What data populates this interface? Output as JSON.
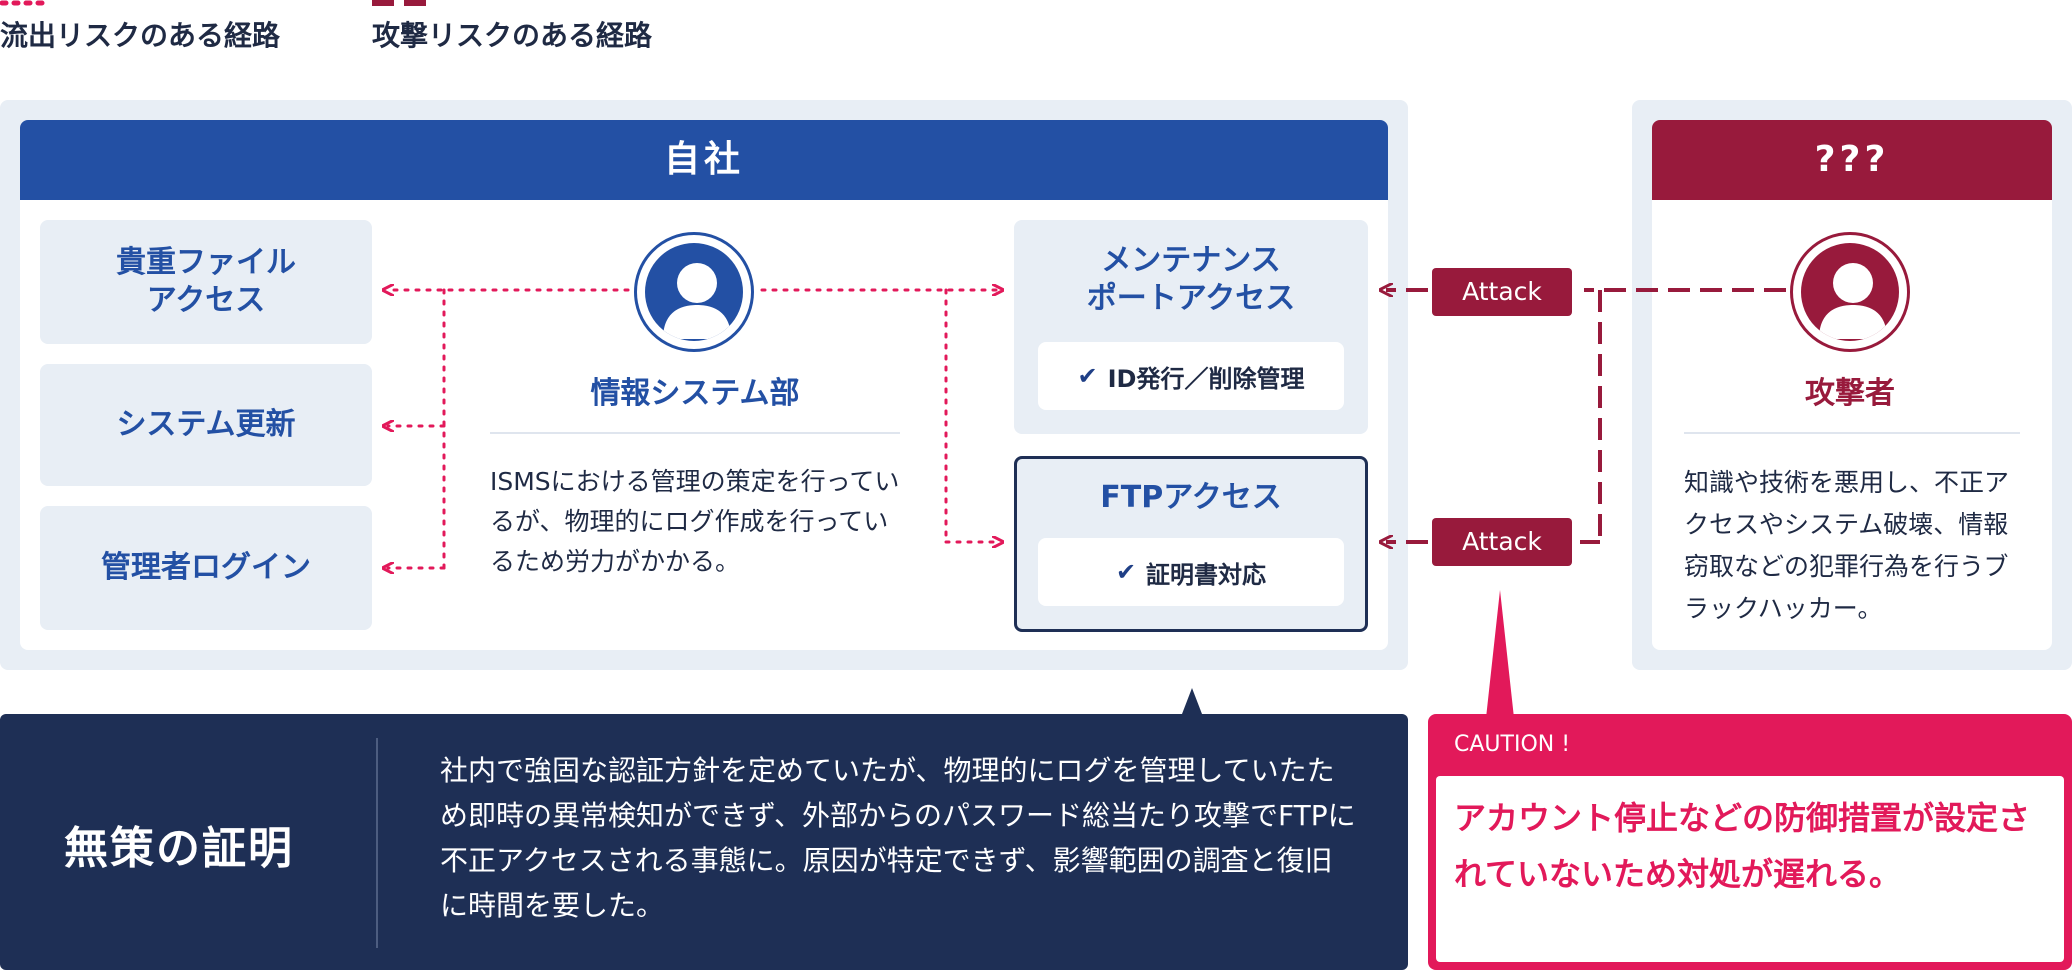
{
  "legend": {
    "leak_label": "流出リスクのある経路",
    "attack_label": "攻撃リスクのある経路"
  },
  "company": {
    "header": "自社",
    "left_boxes": [
      {
        "label": "貴重ファイル\nアクセス"
      },
      {
        "label": "システム更新"
      },
      {
        "label": "管理者ログイン"
      }
    ],
    "department": {
      "name": "情報システム部",
      "description": "ISMSにおける管理の策定を行っているが、物理的にログ作成を行っているため労力がかかる。"
    },
    "maintenance": {
      "title": "メンテナンス\nポートアクセス",
      "check_label": "ID発行／削除管理"
    },
    "ftp": {
      "title": "FTPアクセス",
      "check_label": "証明書対応"
    }
  },
  "attack_tags": [
    "Attack",
    "Attack"
  ],
  "attacker": {
    "header": "???",
    "name": "攻撃者",
    "description": "知識や技術を悪用し、不正アクセスやシステム破壊、情報窃取などの犯罪行為を行うブラックハッカー。"
  },
  "bottom": {
    "title": "無策の証明",
    "text": "社内で強固な認証方針を定めていたが、物理的にログを管理していたため即時の異常検知ができず、外部からのパスワード総当たり攻撃でFTPに不正アクセスされる事態に。原因が特定できず、影響範囲の調査と復旧に時間を要した。"
  },
  "caution": {
    "label": "CAUTION !",
    "text": "アカウント停止などの防御措置が設定されていないため対処が遅れる。"
  },
  "colors": {
    "company_blue": "#2350a4",
    "attacker_red": "#981a3c",
    "leak_pink": "#e2195a",
    "navy": "#1e2f55",
    "panel_bg": "#e8eef5"
  }
}
